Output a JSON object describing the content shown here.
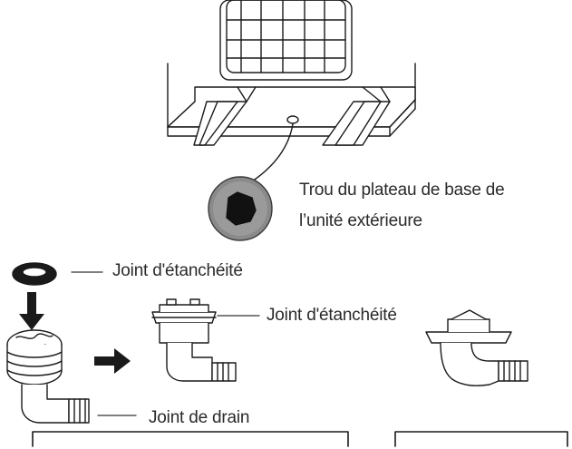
{
  "labels": {
    "base_hole_line1": "Trou du plateau de base de",
    "base_hole_line2": "l’unité extérieure",
    "seal_ring": "Joint d'étanchéité",
    "seal_assembled": "Joint d'étanchéité",
    "drain_joint": "Joint de drain"
  }
}
